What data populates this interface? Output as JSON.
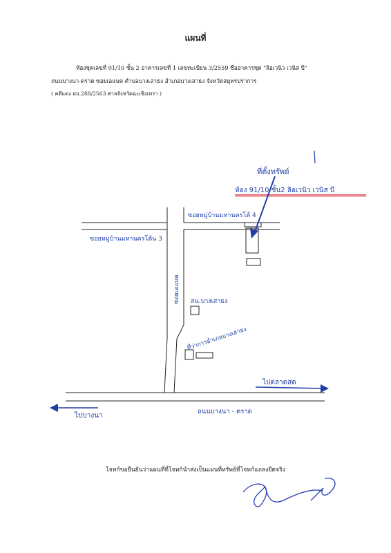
{
  "title": "แผนที่",
  "header_line1": "ห้องชุดเลขที่ 91/10 ชั้น 2 อาคารเลขที่ 1 เลขทะเบียน 3/2559 ชื่ออาคารชุด \"ลิอเวนิว เวนิส บี\"",
  "header_line2": "ถนนบางนา-ตราด ซอยเอแบค ตำบลบางเสาธง อำเภอบางเสาธง จังหวัดสมุทรปราการ",
  "header_line3": "( คดีแดง ผบ.288/2563 ศาลจังหวัดฉะเชิงเทรา )",
  "map": {
    "target_label": "ที่ตั้งทรัพย์",
    "target_detail": "ห้อง 91/10 ชั้น2 ลิอเวนิว เวนิส บี",
    "soi4": "ซอยหมู่บ้านมหานครโต้ 4",
    "soi3": "ซอยหมู่บ้านมหานครโต้น 3",
    "soi_ab": "ซอยเอแบค",
    "office": "สน.บางเสาธง",
    "district": "ที่ว่าการอำเภอบางเสาธง",
    "main_road": "ถนนบางนา - ตราด",
    "dir_right": "ไปตลาดสด",
    "dir_left": "ไปบางนา"
  },
  "footer": "โจทก์ขอยืนยันว่าแผนที่ที่โจทก์นำส่งเป็นแผนที่ทรัพย์ที่โจทก์แถลงยึดจริง"
}
